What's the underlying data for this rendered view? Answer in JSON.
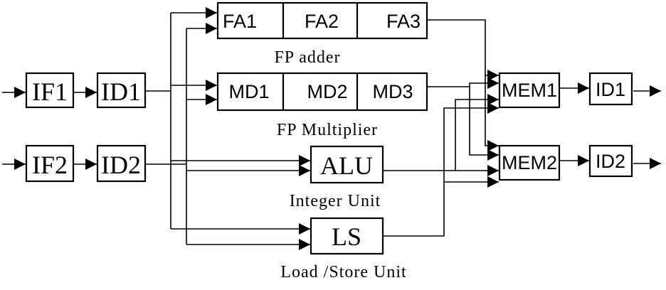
{
  "stages": {
    "if1": "IF1",
    "id1": "ID1",
    "if2": "IF2",
    "id2": "ID2",
    "fa1": "FA1",
    "fa2": "FA2",
    "fa3": "FA3",
    "md1": "MD1",
    "md2": "MD2",
    "md3": "MD3",
    "alu": "ALU",
    "ls": "LS",
    "mem1": "MEM1",
    "mem2": "MEM2",
    "out_id1": "ID1",
    "out_id2": "ID2"
  },
  "captions": {
    "fp_adder": "FP adder",
    "fp_multiplier": "FP Multiplier",
    "integer_unit": "Integer Unit",
    "load_store_unit": "Load /Store Unit"
  },
  "colors": {
    "stroke": "#000000",
    "background": "#ffffff"
  }
}
